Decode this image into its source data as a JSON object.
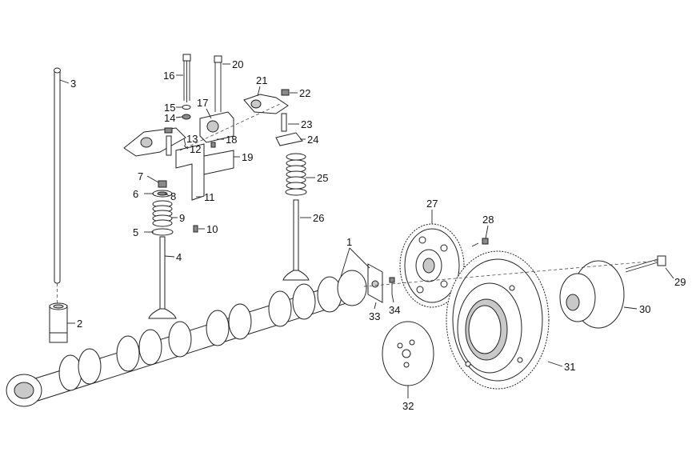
{
  "diagram": {
    "callouts": [
      {
        "id": "c1",
        "text": "1"
      },
      {
        "id": "c2",
        "text": "2"
      },
      {
        "id": "c3",
        "text": "3"
      },
      {
        "id": "c4",
        "text": "4"
      },
      {
        "id": "c5",
        "text": "5"
      },
      {
        "id": "c6",
        "text": "6"
      },
      {
        "id": "c7",
        "text": "7"
      },
      {
        "id": "c8",
        "text": "8"
      },
      {
        "id": "c9",
        "text": "9"
      },
      {
        "id": "c10",
        "text": "10"
      },
      {
        "id": "c11",
        "text": "11"
      },
      {
        "id": "c12",
        "text": "12"
      },
      {
        "id": "c13",
        "text": "13"
      },
      {
        "id": "c14",
        "text": "14"
      },
      {
        "id": "c15",
        "text": "15"
      },
      {
        "id": "c16",
        "text": "16"
      },
      {
        "id": "c17",
        "text": "17"
      },
      {
        "id": "c18",
        "text": "18"
      },
      {
        "id": "c19",
        "text": "19"
      },
      {
        "id": "c20",
        "text": "20"
      },
      {
        "id": "c21",
        "text": "21"
      },
      {
        "id": "c22",
        "text": "22"
      },
      {
        "id": "c23",
        "text": "23"
      },
      {
        "id": "c24",
        "text": "24"
      },
      {
        "id": "c25",
        "text": "25"
      },
      {
        "id": "c26",
        "text": "26"
      },
      {
        "id": "c27",
        "text": "27"
      },
      {
        "id": "c28",
        "text": "28"
      },
      {
        "id": "c29",
        "text": "29"
      },
      {
        "id": "c30",
        "text": "30"
      },
      {
        "id": "c31",
        "text": "31"
      },
      {
        "id": "c32",
        "text": "32"
      },
      {
        "id": "c33",
        "text": "33"
      },
      {
        "id": "c34",
        "text": "34"
      }
    ]
  }
}
